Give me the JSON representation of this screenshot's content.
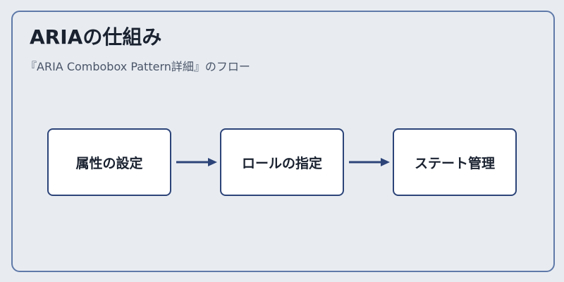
{
  "diagram": {
    "title": "ARIAの仕組み",
    "subtitle": "『ARIA Combobox Pattern詳細』のフロー",
    "steps": [
      {
        "label": "属性の設定"
      },
      {
        "label": "ロールの指定"
      },
      {
        "label": "ステート管理"
      }
    ]
  },
  "colors": {
    "background": "#e8ecf1",
    "card_border": "#5f79a8",
    "node_border": "#2c4478",
    "node_fill": "#ffffff",
    "arrow": "#2c4478",
    "title_text": "#1a2230",
    "subtitle_text": "#4a5568"
  }
}
